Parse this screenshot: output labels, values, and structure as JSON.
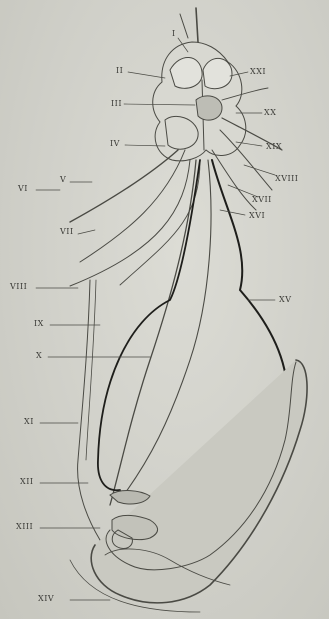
{
  "labels": {
    "l1": "I",
    "l2": "II",
    "l3": "III",
    "l4": "IV",
    "l5": "V",
    "l6": "VI",
    "l7": "VII",
    "l8": "VIII",
    "l9": "IX",
    "l10": "X",
    "l11": "XI",
    "l12": "XII",
    "l13": "XIII",
    "l14": "XIV",
    "r1": "XXI",
    "r2": "XX",
    "r3": "XIX",
    "r4": "XVIII",
    "r5": "XVII",
    "r6": "XVI",
    "r7": "XV"
  }
}
